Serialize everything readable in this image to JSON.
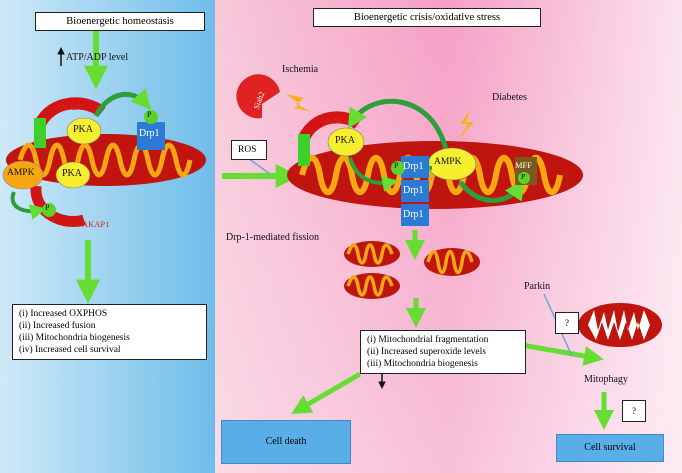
{
  "left_panel": {
    "header": "Bioenergetic homeostasis",
    "atp_label": "ATP/ADP level",
    "proteins": {
      "akap1": "AKAP1",
      "pka": "PKA",
      "drp1": "Drp1",
      "ampk": "AMPK",
      "phospho": "P"
    },
    "outcomes": [
      "(i) Increased OXPHOS",
      "(ii) Increased fusion",
      "(iii) Mitochondria biogenesis",
      "(iv) Increased cell survival"
    ]
  },
  "right_panel": {
    "header": "Bioenergetic crisis/oxidative stress",
    "ischemia": "Ischemia",
    "diabetes": "Diabetes",
    "siah2": "Siah2",
    "ros": "ROS",
    "mff": "MFF",
    "fission": "Drp-1-mediated fission",
    "parkin": "Parkin",
    "outcomes": [
      "(i)  Mitochondrial fragmentation",
      "(ii)  Increased superoxide levels",
      "(iii) Mitochondria biogenesis"
    ],
    "question": "?",
    "mitophagy": "Mitophagy",
    "cell_death": "Cell death",
    "cell_survival": "Cell survival"
  },
  "colors": {
    "left_bg_start": "#c9e6f6",
    "left_bg_end": "#7cc0ea",
    "right_bg_start": "#f6cfe0",
    "right_bg_end": "#f27fae",
    "arrow_green": "#66dd33",
    "mito_red": "#c0150f",
    "cristae_orange": "#f6a712",
    "pka_yellow": "#f6ee2e",
    "drp1_blue": "#2b7bd6",
    "outcome_blue": "#5aaee8"
  }
}
